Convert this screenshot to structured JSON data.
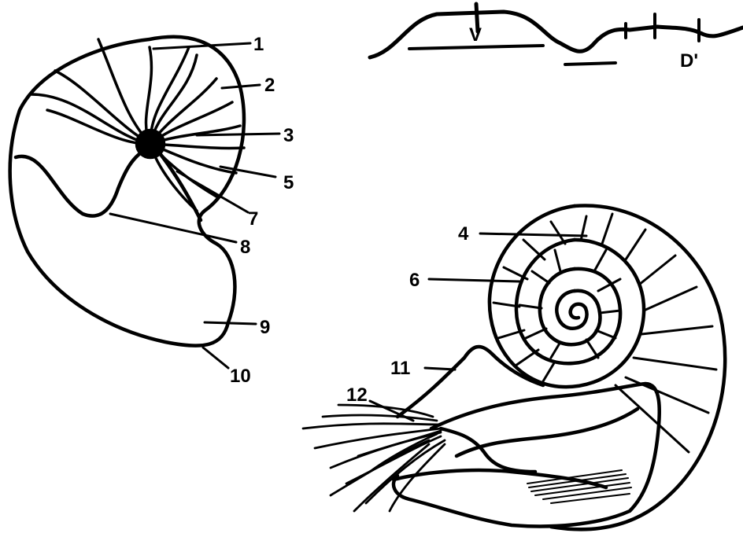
{
  "labels": {
    "l1": "1",
    "l2": "2",
    "l3": "3",
    "l4": "4",
    "l5": "5",
    "l6": "6",
    "l7": "7",
    "l8": "8",
    "l9": "9",
    "l10": "10",
    "l11": "11",
    "l12": "12",
    "v": "V",
    "d": "D'"
  }
}
